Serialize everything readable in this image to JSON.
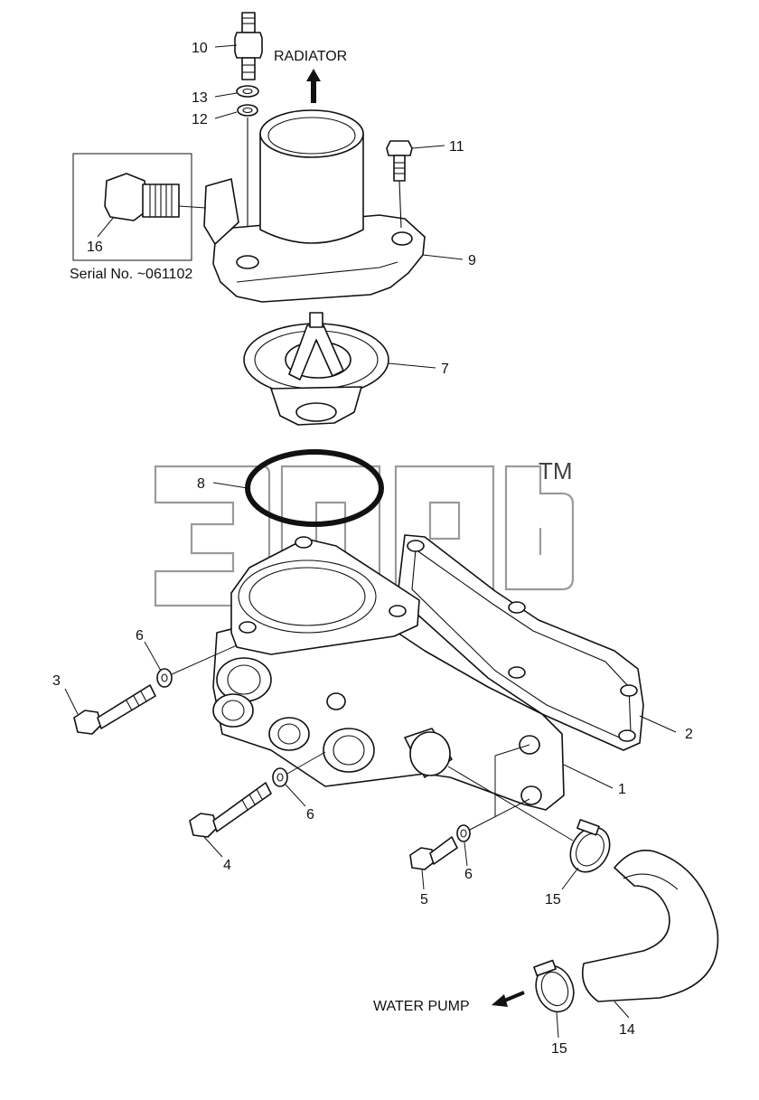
{
  "labels": {
    "radiator": "RADIATOR",
    "water_pump": "WATER PUMP",
    "serial_note": "Serial No. ~061102",
    "trademark": "TM"
  },
  "callouts": {
    "p1": "1",
    "p2": "2",
    "p3": "3",
    "p4": "4",
    "p5": "5",
    "p6a": "6",
    "p6b": "6",
    "p6c": "6",
    "p7": "7",
    "p8": "8",
    "p9": "9",
    "p10": "10",
    "p11": "11",
    "p12": "12",
    "p13": "13",
    "p14": "14",
    "p15a": "15",
    "p15b": "15",
    "p16": "16"
  }
}
